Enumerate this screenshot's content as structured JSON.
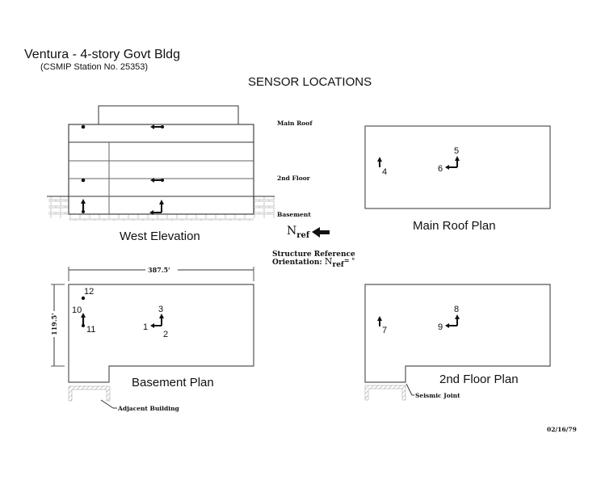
{
  "header": {
    "title": "Ventura - 4-story Govt Bldg",
    "station": "(CSMIP Station No. 25353)",
    "section_title": "SENSOR LOCATIONS"
  },
  "elevation": {
    "caption": "West Elevation",
    "levels": {
      "main_roof": "Main Roof",
      "second_floor": "2nd Floor",
      "basement": "Basement"
    }
  },
  "reference": {
    "n_symbol": "N",
    "n_subscript": "ref",
    "orientation_line1": "Structure Reference",
    "orientation_line2": "Orientation: ",
    "orientation_value": "= °"
  },
  "plans": {
    "main_roof": {
      "caption": "Main Roof Plan",
      "sensors": [
        "4",
        "5",
        "6"
      ]
    },
    "basement": {
      "caption": "Basement Plan",
      "dimension_width": "387.5'",
      "dimension_depth": "119.5'",
      "adjacent_label": "Adjacent Building",
      "sensors": [
        "1",
        "2",
        "3",
        "10",
        "11",
        "12"
      ]
    },
    "second_floor": {
      "caption": "2nd Floor Plan",
      "joint_label": "Seismic Joint",
      "sensors": [
        "7",
        "8",
        "9"
      ]
    }
  },
  "footer": {
    "date": "02/16/79"
  }
}
